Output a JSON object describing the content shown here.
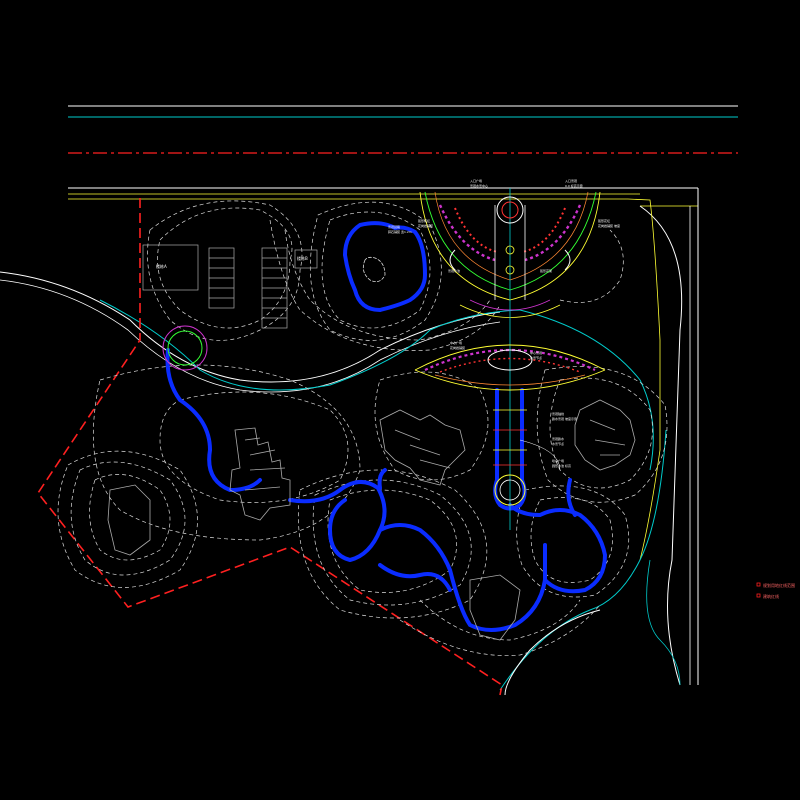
{
  "drawing": {
    "background_color": "#000000",
    "colors": {
      "road": "#ffffff",
      "river": "#00cccc",
      "boundary": "#ff2020",
      "contour": "#dddddd",
      "stream": "#0a2cff",
      "plaza": "#ffff33",
      "green": "#33ff33",
      "magenta": "#cc33cc",
      "building": "#aaaaaa"
    }
  },
  "labels": {
    "building_a": "楼栋A",
    "building_b": "楼栋B",
    "plaza_north_title": "入口广场",
    "plaza_north_sub": "景观水景中心",
    "plaza_north_right": "入口景观",
    "plaza_north_right_sub": "0.0 标高示意",
    "plaza_left_1": "弧形花坛",
    "plaza_left_1_sub": "花岗岩铺装",
    "plaza_right_1": "弧形花坛",
    "plaza_right_1_sub": "花岗岩铺装 坡度",
    "left_garden": "景观园路",
    "left_garden_sub": "碎石铺装 宽1.2m",
    "plaza_left_2": "景观水池",
    "plaza_right_2": "弧形花架",
    "mid_left": "中心广场",
    "mid_left_sub": "花岗岩铺装",
    "mid_right": "中心景观",
    "mid_right_sub": "水景节点",
    "axis_1": "景观轴线",
    "axis_1_sub": "跌水景观 坡度示意",
    "axis_2": "景观跌水",
    "axis_2_sub": "水景节点",
    "axis_3": "喷泉广场",
    "axis_3_sub": "圆形水池 标高"
  },
  "legend": {
    "item1": "规划用地红线范围",
    "item2": "建筑红线"
  }
}
